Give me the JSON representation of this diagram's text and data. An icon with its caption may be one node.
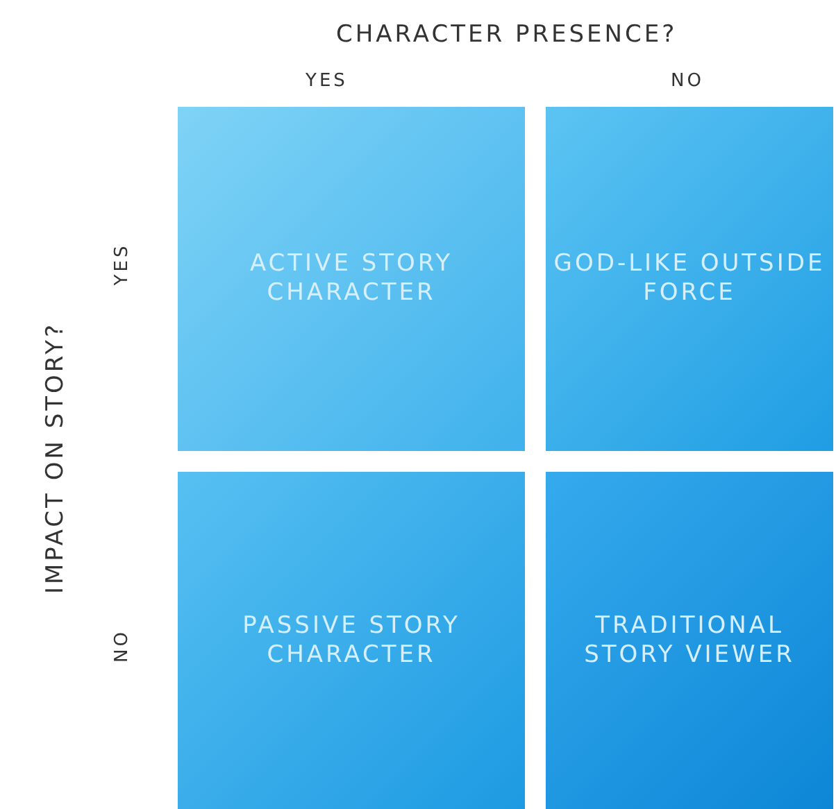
{
  "diagram": {
    "nodes": [
      {
        "text": [
          "ACTIVE STORY CHARACTER"
        ]
      },
      {
        "text": [
          "GOD-LIKE OUTSIDE FORCE"
        ]
      },
      {
        "text": [
          "PASSIVE STORY CHARACTER"
        ]
      },
      {
        "text": [
          "TRADITIONAL STORY VIEWER"
        ]
      }
    ],
    "edges": [],
    "labels": [
      "CHARACTER PRESENCE?",
      "YES",
      "NO",
      "IMPACT ON STORY?",
      "YES",
      "NO"
    ]
  }
}
